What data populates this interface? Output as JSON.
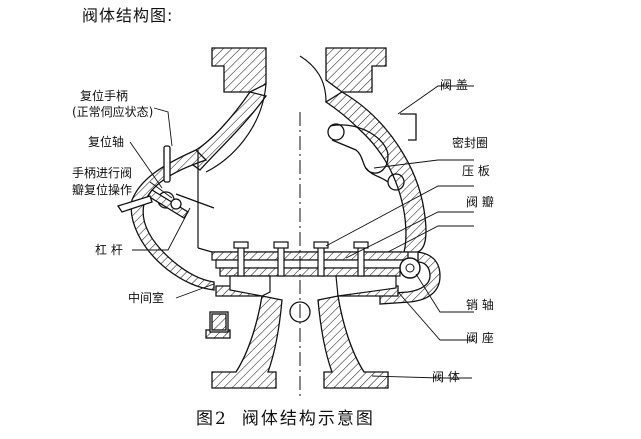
{
  "heading": "阀体结构图:",
  "caption": {
    "fig": "图2",
    "text": "阀体结构示意图"
  },
  "labels": {
    "reset_handle": "复位手柄",
    "reset_handle_note": "(正常伺应状态)",
    "reset_shaft": "复位轴",
    "handle_op_line1": "手柄进行阀",
    "handle_op_line2": "瓣复位操作",
    "lever": "杠  杆",
    "middle_chamber": "中间室",
    "bonnet": "阀  盖",
    "seal_ring": "密封圈",
    "press_plate": "压  板",
    "flap": "阀  瓣",
    "pin_shaft": "销  轴",
    "seat": "阀  座",
    "body": "阀  体"
  }
}
